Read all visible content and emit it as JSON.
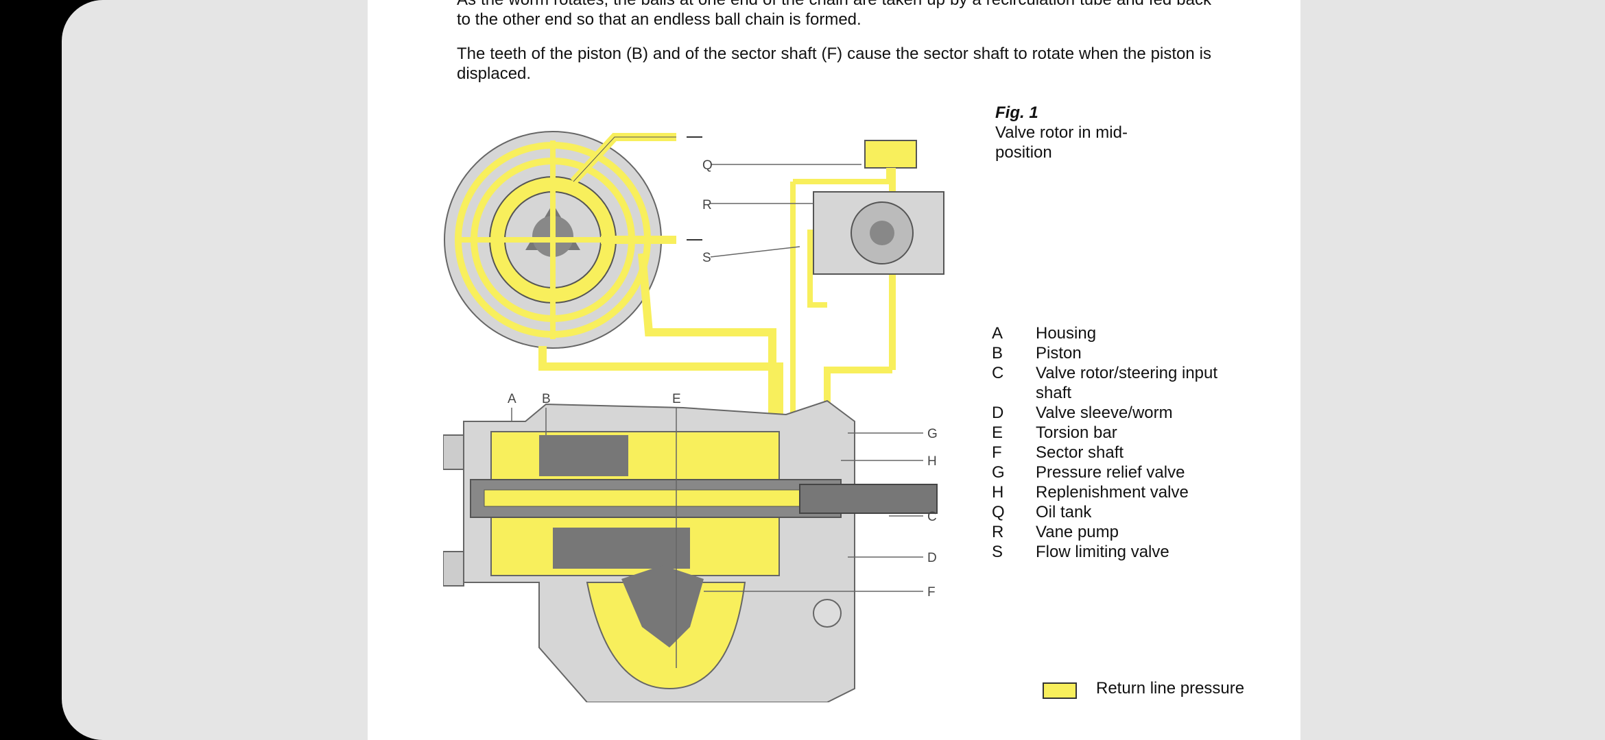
{
  "paragraphs": [
    "As the worm rotates, the balls at one end of the chain are taken up by a recirculation tube and fed back to the other end so that an endless ball chain is formed.",
    "The teeth of the piston (B) and of the sector shaft (F) cause the sector shaft to rotate when the piston is displaced."
  ],
  "figure": {
    "number": "Fig. 1",
    "caption": "Valve rotor in mid-position",
    "diagram_labels": [
      "Q",
      "R",
      "S",
      "A",
      "B",
      "E",
      "G",
      "H",
      "C",
      "D",
      "F"
    ]
  },
  "legend": [
    {
      "key": "A",
      "value": "Housing"
    },
    {
      "key": "B",
      "value": "Piston"
    },
    {
      "key": "C",
      "value": "Valve rotor/steering input shaft"
    },
    {
      "key": "D",
      "value": "Valve sleeve/worm"
    },
    {
      "key": "E",
      "value": "Torsion bar"
    },
    {
      "key": "F",
      "value": "Sector shaft"
    },
    {
      "key": "G",
      "value": "Pressure relief valve"
    },
    {
      "key": "H",
      "value": "Replenishment valve"
    },
    {
      "key": "Q",
      "value": "Oil tank"
    },
    {
      "key": "R",
      "value": "Vane pump"
    },
    {
      "key": "S",
      "value": "Flow limiting valve"
    }
  ],
  "key": {
    "label": "Return line pressure",
    "color": "#f8ef5c"
  },
  "colors": {
    "oil_yellow": "#f8ef5c",
    "housing_gray": "#d6d6d6",
    "dark_gray": "#8a8a8a",
    "viewer_bg": "#e5e5e5"
  }
}
